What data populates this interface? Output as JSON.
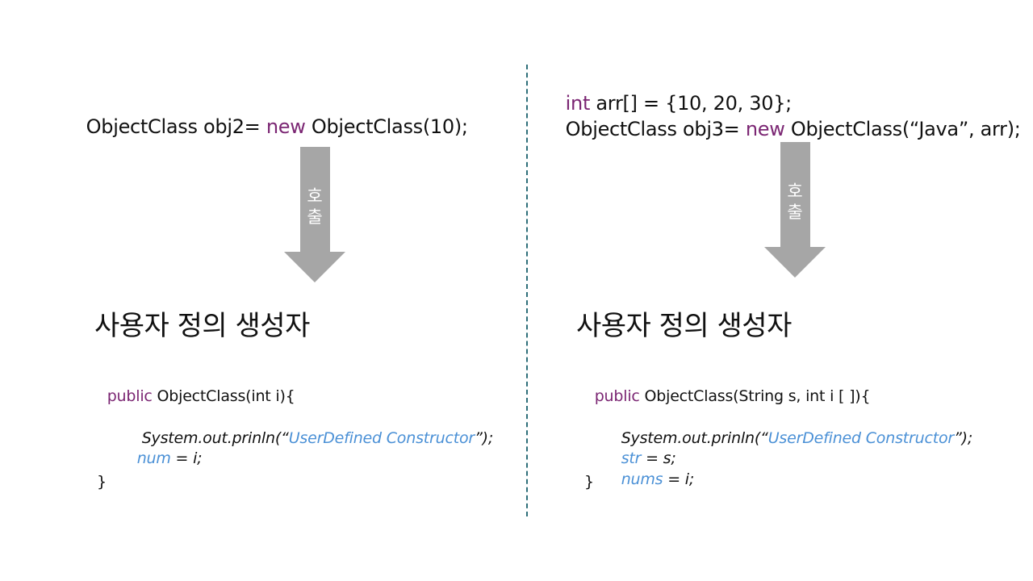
{
  "left": {
    "call": {
      "obj": "ObjectClass obj2= ",
      "kw": "new",
      "rest": " ObjectClass(10);"
    },
    "arrow_label": [
      "호",
      "출"
    ],
    "heading": "사용자 정의 생성자",
    "code": {
      "sig_kw": "public",
      "sig_rest": " ObjectClass(int i){",
      "print_pre": "System.out.prinln(“",
      "print_str": "UserDefined Constructor",
      "print_post": "”);",
      "assign_var": "num",
      "assign_rest": " = i;",
      "close": "}"
    }
  },
  "right": {
    "line1": {
      "kw": "int",
      "rest": " arr[] = {10, 20, 30};"
    },
    "call": {
      "obj": "ObjectClass obj3= ",
      "kw": "new",
      "rest": " ObjectClass(“Java”, arr);"
    },
    "arrow_label": [
      "호",
      "출"
    ],
    "heading": "사용자 정의 생성자",
    "code": {
      "sig_kw": "public",
      "sig_rest": " ObjectClass(String s, int i [ ]){",
      "print_pre": "System.out.prinln(“",
      "print_str": "UserDefined Constructor",
      "print_post": "”);",
      "assign1_var": "str",
      "assign1_rest": " = s;",
      "assign2_var": "nums",
      "assign2_rest": " = i;",
      "close": "}"
    }
  },
  "colors": {
    "keyword": "#7b2673",
    "string": "#4a90d6",
    "arrow": "#a6a6a6",
    "divider": "#2f6f7a"
  }
}
